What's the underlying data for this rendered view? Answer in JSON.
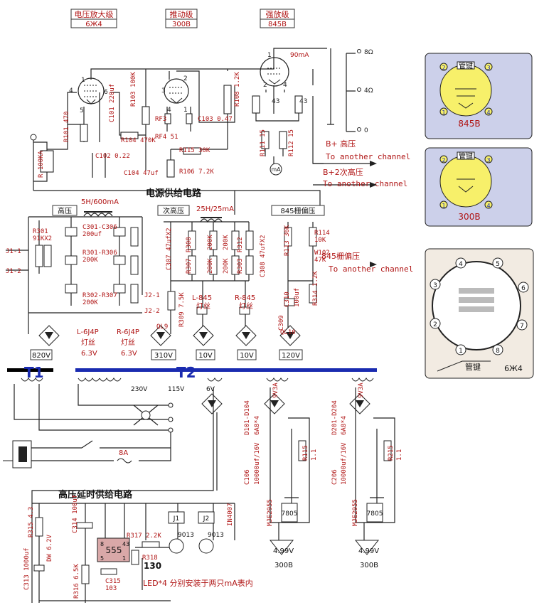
{
  "headers": [
    {
      "title": "电压放大级",
      "tube": "6Ж4"
    },
    {
      "title": "推动级",
      "tube": "300B"
    },
    {
      "title": "强放级",
      "tube": "845B"
    }
  ],
  "labels": {
    "ma": "mA"
  },
  "amp": {
    "r101": "R101 470",
    "c101": "C101 220uf",
    "r103": "R103 100K",
    "r104": "R104 470K",
    "c102": "C102 0.22",
    "c104": "C104 47uf",
    "rf3": "RF3",
    "rf4": "RF4 51",
    "r115": "R115 30K",
    "r106": "R106 7.2K",
    "c103": "C103 0.47",
    "r108": "R108 1.2K",
    "r111": "R111 15",
    "r112": "R112 15",
    "pot": "R 100KA",
    "r43a": "43",
    "r43b": "43",
    "i90": "90mA",
    "out8": "8Ω",
    "out4": "4Ω",
    "out0": "0",
    "bplus": "B+ 高压",
    "another1": "To another channel",
    "b2": "B+2次高压",
    "another2": "To another channel",
    "bias845": "845栅偏压",
    "another3": "To another channel"
  },
  "power": {
    "title": "电源供给电路",
    "choke1": "5H/600mA",
    "choke2": "25H/25mA",
    "hv": "高压",
    "subhv": "次高压",
    "biasbox": "845栅偏压",
    "r301": "R301",
    "r301v": "91KX2",
    "c301": "C301-C306",
    "c301v": "200uf",
    "r301b": "R301-R306",
    "r301bv": "200K",
    "r302": "R302-R307",
    "r302v": "200K",
    "c307": "C307 47ufX2",
    "r308": "R308",
    "r307": "R307",
    "r309": "R309 7.5K",
    "r200a": "200K",
    "r200b": "200K",
    "r200c": "200K",
    "r200d": "200K",
    "r312": "R312",
    "r303": "R303",
    "c308": "C308 47ufX2",
    "r113": "R113 36K",
    "r114": "R114",
    "r114v": "10K",
    "w102": "W102",
    "w102v": "47K",
    "c310": "C310",
    "c310v": "100uf",
    "r314": "R314 1.2K",
    "c309": "C309",
    "j11": "J1-1",
    "j12": "J1-2",
    "j21": "J2-1",
    "j22": "J2-2",
    "ql9": "QL9",
    "ql10": "QL10",
    "l845": "L-845",
    "filament": "灯丝",
    "r845": "R-845",
    "filament2": "灯丝",
    "l6j4p": "L-6J4P",
    "filament3": "灯丝",
    "v63a": "6.3V",
    "r6j4p": "R-6J4P",
    "filament4": "灯丝",
    "v63b": "6.3V",
    "v820": "820V",
    "v310": "310V",
    "v10a": "10V",
    "v10b": "10V",
    "v120": "120V",
    "t1": "T1",
    "t2": "T2",
    "v230": "230V",
    "v115": "115V",
    "v6": "6V",
    "fuse": "8A"
  },
  "delay": {
    "title": "高压延时供给电路",
    "ic": "555",
    "pin8": "8",
    "pin5": "5",
    "pin43": "43",
    "pin1": "1",
    "j1": "J1",
    "j2": "J2",
    "q1": "9013",
    "q2": "9013",
    "r315": "R315 4.3",
    "c314": "C314 100uf",
    "dw": "DW 6.2V",
    "c313": "C313 1000uf",
    "r316": "R316 6.5K",
    "c315": "C315",
    "c315v": "103",
    "r317": "R317 2.2K",
    "r318": "R318",
    "r318v": "130",
    "in4007": "IN4007",
    "led": "LED*4 分别安装于两只mA表内"
  },
  "reg": {
    "ic": "7805",
    "ic2": "7805",
    "d1": "D101-D104",
    "d1v": "6A8*4",
    "v9": "9V3A",
    "c106": "C106",
    "c106v": "10000uf/16V",
    "mje": "MJE2955",
    "r115": "R115",
    "r115v": "1.1",
    "d2": "D201-D204",
    "d2v": "6A8*4",
    "v9b": "9V3A",
    "c206": "C206",
    "c206v": "10000uf/16V",
    "mje2": "MJE2955",
    "r215": "R215",
    "r215v": "1.1",
    "out": "4.99V",
    "out2": "4.99V",
    "tube": "300B",
    "tube2": "300B"
  },
  "sockets": [
    {
      "key": "管键",
      "name": "845B",
      "p1": "1",
      "p2": "2",
      "p3": "3",
      "p4": "4"
    },
    {
      "key": "管键",
      "name": "300B",
      "p1": "1",
      "p2": "2",
      "p3": "3",
      "p4": "4"
    },
    {
      "key": "管键",
      "name": "6Ж4",
      "p1": "1",
      "p2": "2",
      "p3": "3",
      "p4": "4",
      "p5": "5",
      "p6": "6",
      "p7": "7",
      "p8": "8"
    }
  ]
}
